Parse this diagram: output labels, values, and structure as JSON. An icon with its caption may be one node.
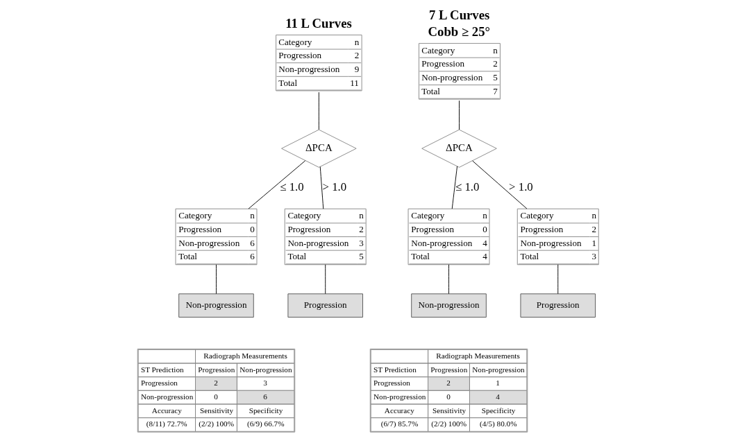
{
  "diagram": {
    "nodes": [
      {
        "text": [
          "Category",
          "n",
          "Progression",
          "2",
          "Non-progression",
          "9",
          "Total",
          "11"
        ],
        "beside": [
          "11 L Curves"
        ]
      },
      {
        "text": [
          "ΔPCA"
        ]
      },
      {
        "text": [
          "Category",
          "n",
          "Progression",
          "0",
          "Non-progression",
          "6",
          "Total",
          "6"
        ]
      },
      {
        "text": [
          "Category",
          "n",
          "Progression",
          "2",
          "Non-progression",
          "3",
          "Total",
          "5"
        ]
      },
      {
        "text": [
          "Non-progression"
        ]
      },
      {
        "text": [
          "Progression"
        ]
      },
      {
        "text": [
          "Category",
          "n",
          "Progression",
          "2",
          "Non-progression",
          "5",
          "Total",
          "7"
        ],
        "beside": [
          "7 L Curves",
          "Cobb ≥ 25°"
        ]
      },
      {
        "text": [
          "ΔPCA"
        ]
      },
      {
        "text": [
          "Category",
          "n",
          "Progression",
          "0",
          "Non-progression",
          "4",
          "Total",
          "4"
        ]
      },
      {
        "text": [
          "Category",
          "n",
          "Progression",
          "2",
          "Non-progression",
          "1",
          "Total",
          "3"
        ]
      },
      {
        "text": [
          "Non-progression"
        ]
      },
      {
        "text": [
          "Progression"
        ]
      }
    ],
    "edges": [
      {
        "from": 0,
        "to": 1,
        "arrow": "none"
      },
      {
        "from": 1,
        "to": 2,
        "arrow": "none",
        "label": "≤ 1.0"
      },
      {
        "from": 1,
        "to": 3,
        "arrow": "none",
        "label": "> 1.0"
      },
      {
        "from": 2,
        "to": 4,
        "arrow": "none"
      },
      {
        "from": 3,
        "to": 5,
        "arrow": "none"
      },
      {
        "from": 6,
        "to": 7,
        "arrow": "none"
      },
      {
        "from": 7,
        "to": 8,
        "arrow": "none",
        "label": "≤ 1.0"
      },
      {
        "from": 7,
        "to": 9,
        "arrow": "none",
        "label": "> 1.0"
      },
      {
        "from": 8,
        "to": 10,
        "arrow": "none"
      },
      {
        "from": 9,
        "to": 11,
        "arrow": "none"
      }
    ],
    "labels": [
      "Radiograph Measurements",
      "ST Prediction",
      "Progression",
      "Non-progression",
      "Progression",
      "2",
      "3",
      "Non-progression",
      "0",
      "6",
      "Accuracy",
      "Sensitivity",
      "Specificity",
      "(8/11) 72.7%",
      "(2/2) 100%",
      "(6/9) 66.7%",
      "Radiograph Measurements",
      "ST Prediction",
      "Progression",
      "Non-progression",
      "Progression",
      "2",
      "1",
      "Non-progression",
      "0",
      "4",
      "Accuracy",
      "Sensitivity",
      "Specificity",
      "(6/7) 85.7%",
      "(2/2) 100%",
      "(4/5) 80.0%"
    ]
  }
}
